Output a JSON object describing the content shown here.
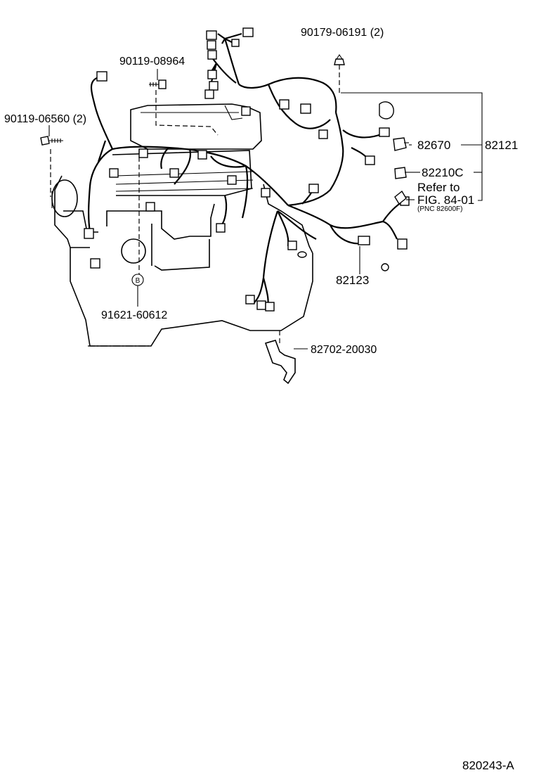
{
  "labels": {
    "bolt_top_right": "90179-06191 (2)",
    "bolt_top_center": "90119-08964",
    "bolt_left": "90119-06560 (2)",
    "clamp": "82670",
    "harness_main": "82121",
    "relay": "82210C",
    "refer_line1": "Refer to",
    "refer_line2": "FIG. 84-01",
    "refer_pnc": "(PNC 82600F)",
    "harness_sub": "82123",
    "grommet": "91621-60612",
    "grommet_marker": "B",
    "bracket": "82702-20030",
    "figure_id": "820243-A"
  }
}
